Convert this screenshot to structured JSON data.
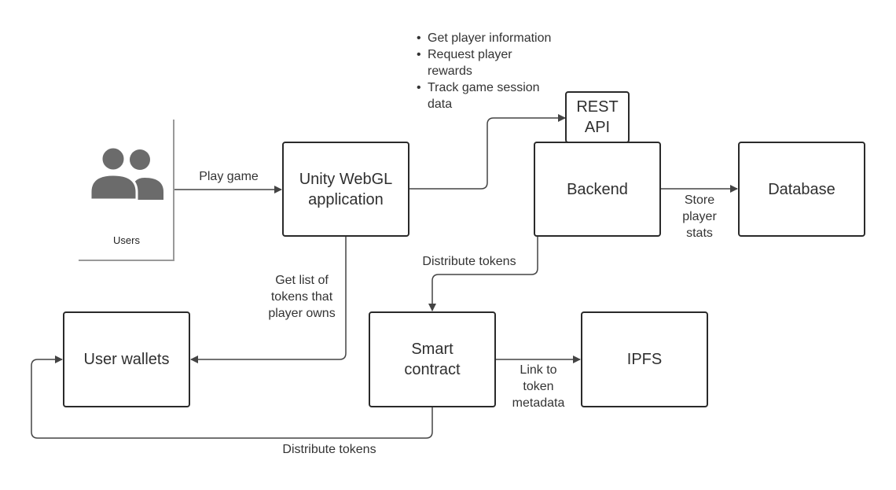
{
  "nodes": {
    "unity": "Unity WebGL\napplication",
    "rest_api": "REST\nAPI",
    "backend": "Backend",
    "database": "Database",
    "user_wallets": "User wallets",
    "smart_contract": "Smart\ncontract",
    "ipfs": "IPFS"
  },
  "users": {
    "caption": "Users",
    "icon": "users-icon"
  },
  "notes": [
    "Get player information",
    "Request player\nrewards",
    "Track game session\ndata"
  ],
  "edges": {
    "play_game": "Play game",
    "store_stats": "Store\nplayer\nstats",
    "distribute_tokens_backend": "Distribute tokens",
    "get_tokens": "Get list of\ntokens that\nplayer owns",
    "link_metadata": "Link to\ntoken\nmetadata",
    "distribute_tokens_contract": "Distribute tokens"
  },
  "colors": {
    "stroke": "#2a2a2a",
    "connector": "#444444",
    "icon": "#6b6b6b"
  }
}
